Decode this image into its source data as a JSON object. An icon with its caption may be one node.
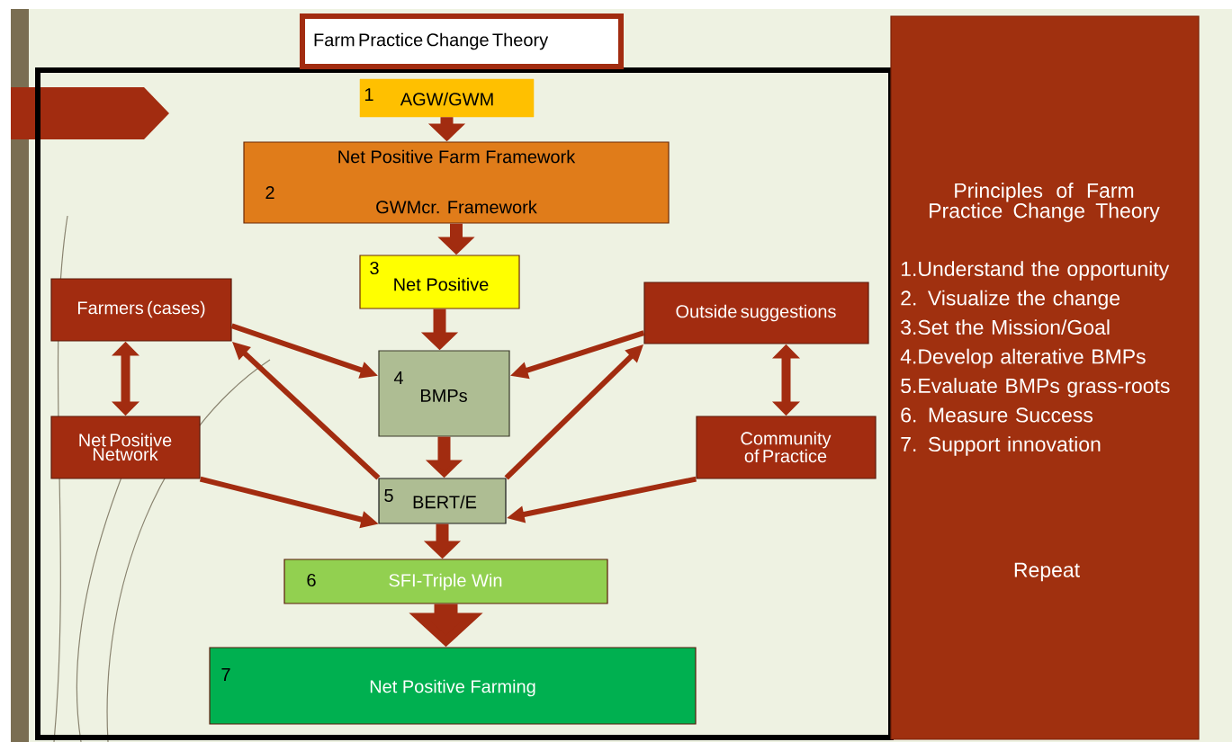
{
  "diagram": {
    "nodes": [
      {
        "text": [
          "Farm Practice Change Theory"
        ]
      },
      {
        "text": [
          "1",
          "AGW/GWM"
        ]
      },
      {
        "text": [
          "Net Positive Farm Framework",
          "2",
          "GWMcr. Framework"
        ]
      },
      {
        "text": [
          "3",
          "Net Positive"
        ]
      },
      {
        "text": [
          "4",
          "BMPs"
        ]
      },
      {
        "text": [
          "5",
          "BERT/E"
        ]
      },
      {
        "text": [
          "6",
          "SFI-Triple Win"
        ]
      },
      {
        "text": [
          "7",
          "Net Positive Farming"
        ]
      },
      {
        "text": [
          "Farmers (cases)"
        ]
      },
      {
        "text": [
          "Net Positive Network"
        ]
      },
      {
        "text": [
          "Outside suggestions"
        ]
      },
      {
        "text": [
          "Community of Practice"
        ]
      },
      {
        "text": [
          "Principles of Farm Practice Change Theory",
          "1.Understand the opportunity",
          "2. Visualize the change",
          "3.Set the Mission/Goal",
          "4.Develop alterative BMPs",
          "5.Evaluate BMPs grass-roots",
          "6. Measure Success",
          "7. Support innovation",
          "Repeat"
        ]
      }
    ],
    "edges": [
      {
        "from": 1,
        "to": 2,
        "arrow": "to"
      },
      {
        "from": 2,
        "to": 3,
        "arrow": "to"
      },
      {
        "from": 3,
        "to": 4,
        "arrow": "to"
      },
      {
        "from": 4,
        "to": 5,
        "arrow": "to"
      },
      {
        "from": 5,
        "to": 6,
        "arrow": "to"
      },
      {
        "from": 6,
        "to": 7,
        "arrow": "to",
        "style": "thick"
      },
      {
        "from": 8,
        "to": 4,
        "arrow": "to"
      },
      {
        "from": 9,
        "to": 5,
        "arrow": "to"
      },
      {
        "from": 5,
        "to": 8,
        "arrow": "to"
      },
      {
        "from": 5,
        "to": 10,
        "arrow": "to"
      },
      {
        "from": 10,
        "to": 4,
        "arrow": "to"
      },
      {
        "from": 11,
        "to": 5,
        "arrow": "to"
      },
      {
        "from": 8,
        "to": 9,
        "arrow": "both"
      },
      {
        "from": 10,
        "to": 11,
        "arrow": "both"
      }
    ]
  }
}
